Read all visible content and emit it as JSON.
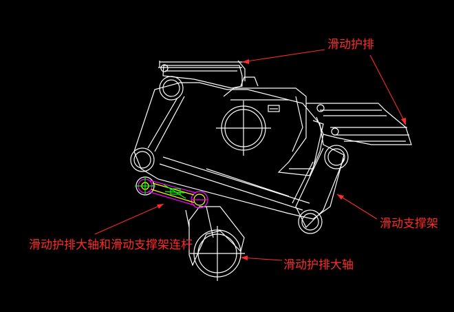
{
  "labels": {
    "sliding_guard": "滑动护排",
    "sliding_support_frame": "滑动支撑架",
    "guard_shaft": "滑动护排大轴",
    "connecting_rod": "滑动护排大轴和滑动支撑架连杆"
  },
  "colors": {
    "background": "#000000",
    "outline": "#ffffff",
    "annotation": "#ff2a2a",
    "linkage_magenta": "#ff00ff",
    "linkage_yellow": "#ffff00",
    "linkage_green": "#00ff00"
  }
}
